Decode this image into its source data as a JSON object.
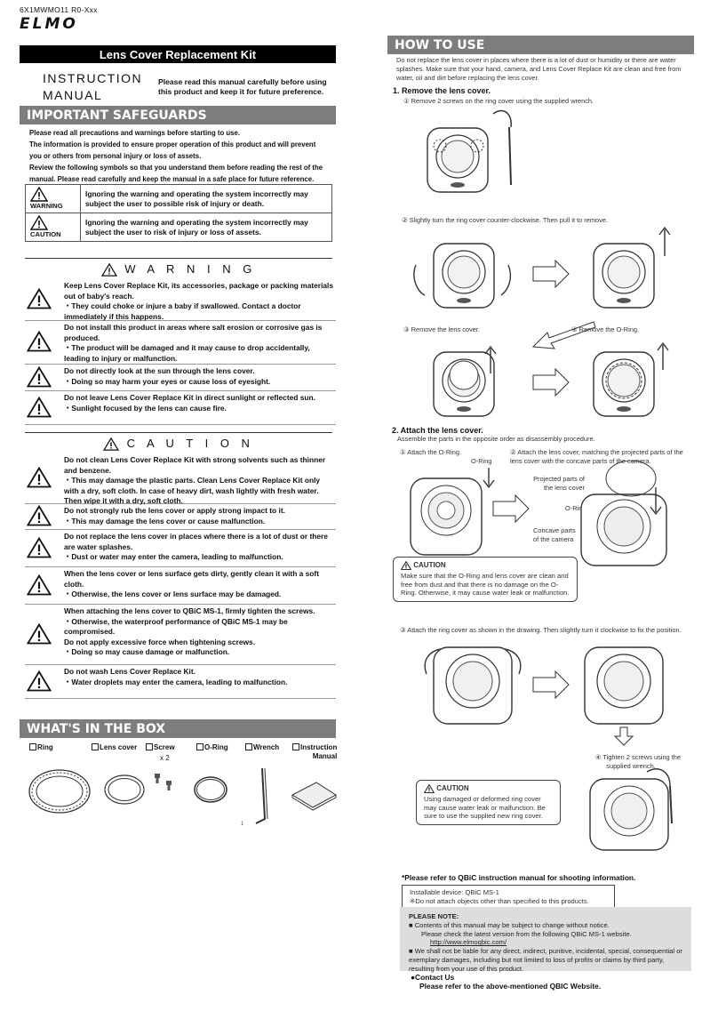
{
  "doc_code": "6X1MWMO11 R0-Xxx",
  "brand": "ELMO",
  "title": "Lens Cover Replacement Kit",
  "instruction_manual": [
    "INSTRUCTION",
    "MANUAL"
  ],
  "read_note": "Please read this manual carefully before using this product and keep it for future preference.",
  "safeguards": {
    "heading": "IMPORTANT SAFEGUARDS",
    "intro": [
      "Please read all precautions and warnings before starting to use.",
      "The information is provided to ensure proper operation of this product and will prevent",
      "you or others from personal injury or loss of assets.",
      "Review the following symbols so that you understand them before reading the rest of the",
      "manual. Please read carefully and keep the manual in a safe place for future reference."
    ],
    "symbols": [
      {
        "label": "WARNING",
        "text": "Ignoring the warning and operating the system incorrectly may subject the user to possible risk of injury or death."
      },
      {
        "label": "CAUTION",
        "text": "Ignoring the warning and operating the system incorrectly may subject the user to risk of injury or loss of assets."
      }
    ]
  },
  "warning": {
    "heading": "W A R N I N G",
    "items": [
      [
        "Keep Lens Cover Replace Kit, its accessories, package or packing materials out of baby's reach.",
        "・They could choke or injure a baby if swallowed. Contact a doctor immediately if this happens."
      ],
      [
        "Do not install this product in areas where salt erosion or corrosive gas is produced.",
        "・The product will be damaged and it may cause to drop accidentally, leading to injury or malfunction."
      ],
      [
        "Do not directly look at the sun through the lens cover.",
        "・Doing so may harm your eyes or cause loss of eyesight."
      ],
      [
        "Do not leave Lens Cover Replace Kit in direct sunlight or reflected sun.",
        "・Sunlight focused by the lens can cause fire."
      ]
    ]
  },
  "caution": {
    "heading": "C A U T I O N",
    "items": [
      [
        "Do not clean Lens Cover Replace Kit with strong solvents such as thinner and benzene.",
        "・This may damage the plastic parts. Clean Lens Cover Replace Kit only with a dry, soft cloth. In case of heavy dirt, wash lightly with fresh water. Then wipe it with a dry, soft cloth."
      ],
      [
        "Do not strongly rub the lens cover or apply strong impact to it.",
        "・This may damage the lens cover or cause malfunction."
      ],
      [
        "Do not replace the lens cover in places where there is a lot of dust or there are water splashes.",
        "・Dust or water may enter the camera, leading to malfunction."
      ],
      [
        "When the lens cover or lens surface gets dirty, gently clean it with a soft cloth.",
        "・Otherwise, the lens cover or lens surface may be damaged."
      ],
      [
        "When attaching the lens cover to QBiC MS-1, firmly tighten the screws.",
        "・Otherwise, the waterproof performance of QBiC MS-1 may be compromised.",
        "Do not apply excessive force when tightening screws.",
        "・Doing so may cause damage or malfunction."
      ],
      [
        "Do not wash Lens Cover Replace Kit.",
        "・Water droplets may enter the camera, leading to malfunction."
      ]
    ]
  },
  "box": {
    "heading": "WHAT'S IN THE BOX",
    "items": [
      {
        "label": "Ring"
      },
      {
        "label": "Lens cover"
      },
      {
        "label": "Screw",
        "sub": "x 2"
      },
      {
        "label": "O-Ring"
      },
      {
        "label": "Wrench"
      },
      {
        "label": "Instruction",
        "sub": "Manual"
      }
    ]
  },
  "how_to_use": {
    "heading": "HOW TO USE",
    "intro": "Do not replace the lens cover in places where there is a lot of dust or humidity or there are water splashes. Make sure that your hand, camera, and Lens Cover Replace Kit are clean and free from water, oil and dirt before replacing the lens cover.",
    "step1": {
      "title": "1.  Remove the lens cover.",
      "s1": "① Remove 2 screws on the ring cover using the supplied wrench.",
      "s2": "② Slightly turn the ring cover counter-clockwise. Then pull it to remove.",
      "s3": "③ Remove the lens cover.",
      "s4": "④ Remove the O-Ring."
    },
    "step2": {
      "title": "2. Attach the lens cover.",
      "sub": "Assemble the parts in the opposite order as disassembly procedure.",
      "s1": "① Attach the O-Ring.",
      "s2": "② Attach the lens cover, matching the projected parts of the lens cover with the concave parts of the camera.",
      "oring": "O-Ring",
      "projected": [
        "Projected parts of",
        "the lens cover"
      ],
      "concave": [
        "Concave parts",
        "of the camera"
      ],
      "caution1_title": "CAUTION",
      "caution1": "Make sure that the O-Ring and lens cover are clean and free from dust and that there is no damage on the O-Ring. Otherwise, it may cause water leak or malfunction.",
      "s3": "③ Attach the ring cover as shown in the drawing. Then slightly turn it clockwise to fix the position.",
      "s4": [
        "④ Tighten 2 screws using the",
        "supplied wrench."
      ],
      "caution2_title": "CAUTION",
      "caution2": "Using damaged or deformed ring cover may cause water leak or malfunction. Be sure to use the supplied new ring cover."
    }
  },
  "refer": "*Please refer to QBiC instruction manual for shooting information.",
  "installable": [
    "Installable device: QBiC MS-1",
    "※Do not attach objects other than specified to this products."
  ],
  "note": {
    "title": "PLEASE NOTE:",
    "l1": "■ Contents of this manual may be subject to change without notice.",
    "l2": "Please check the latest version from the following QBiC MS-1 website.",
    "url": "http://www.elmoqbic.com/",
    "l3": "■ We shall not be liable for any direct, indirect, punitive, incidental, special, consequential or exemplary damages, including but not limited to loss of profits or claims by third party, resulting from your use of this product."
  },
  "contact": {
    "title": "●Contact Us",
    "text": "Please refer to the above-mentioned QBIC Website."
  }
}
